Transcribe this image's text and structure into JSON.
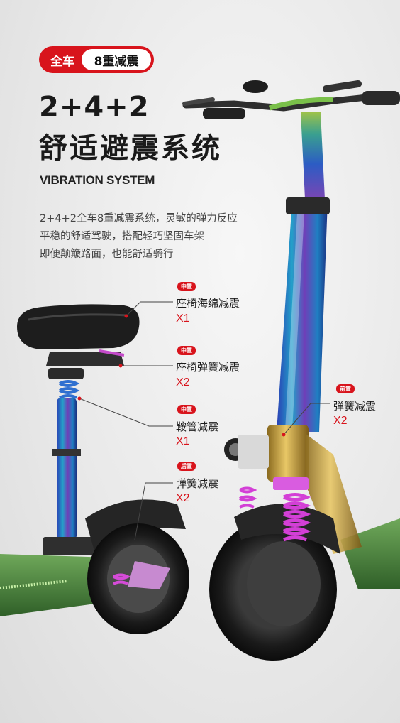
{
  "badge": {
    "left": "全车",
    "right": "8重减震"
  },
  "title": {
    "line1": "2+4+2",
    "line2": "舒适避震系统",
    "english": "VIBRATION SYSTEM"
  },
  "description": [
    "2+4+2全车8重减震系统，灵敏的弹力反应",
    "平稳的舒适驾驶，搭配轻巧坚固车架",
    "即便颠簸路面，也能舒适骑行"
  ],
  "callouts": [
    {
      "tag": "中置",
      "label": "座椅海绵减震",
      "qty": "X1"
    },
    {
      "tag": "中置",
      "label": "座椅弹簧减震",
      "qty": "X2"
    },
    {
      "tag": "中置",
      "label": "鞍管减震",
      "qty": "X1"
    },
    {
      "tag": "后置",
      "label": "弹簧减震",
      "qty": "X2"
    },
    {
      "tag": "前置",
      "label": "弹簧减震",
      "qty": "X2"
    }
  ],
  "colors": {
    "accent": "#d8141c",
    "deck": "#4f8a3c",
    "text": "#1a1a1a"
  }
}
